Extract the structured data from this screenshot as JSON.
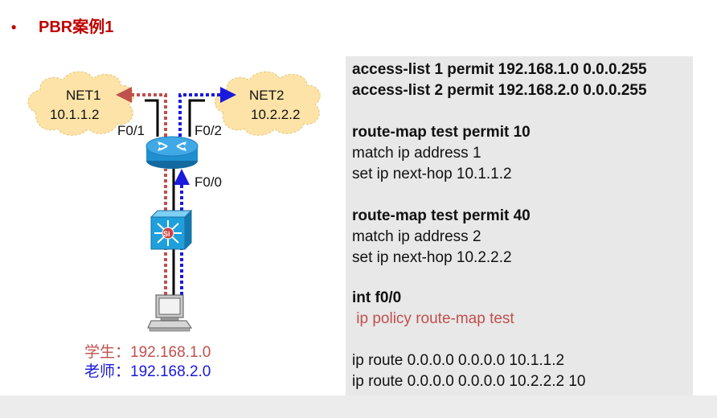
{
  "slide": {
    "bullet": "•",
    "title": "PBR案例1"
  },
  "diagram": {
    "net1": {
      "name": "NET1",
      "address": "10.1.1.2"
    },
    "net2": {
      "name": "NET2",
      "address": "10.2.2.2"
    },
    "interfaces": {
      "f01": "F0/1",
      "f02": "F0/2",
      "f00": "F0/0"
    },
    "switch_label": "Si",
    "colors": {
      "student": "#c0504d",
      "teacher": "#1a1adc",
      "cloud": "#fde3a7",
      "router": "#1f8fd0",
      "switch": "#1fa0dc"
    }
  },
  "legend": {
    "student": "学生：192.168.1.0",
    "teacher": "老师：192.168.2.0"
  },
  "config": {
    "acl1": "access-list 1 permit 192.168.1.0 0.0.0.255",
    "acl2": "access-list 2 permit 192.168.2.0 0.0.0.255",
    "rm10_header": "route-map test permit 10",
    "rm10_match": "match ip address 1",
    "rm10_set": "set ip next-hop 10.1.1.2",
    "rm40_header": "route-map test permit 40",
    "rm40_match": "match ip address 2",
    "rm40_set": "set ip next-hop 10.2.2.2",
    "int_header": "int f0/0",
    "int_policy": " ip policy route-map test",
    "route1": "ip route 0.0.0.0 0.0.0.0 10.1.1.2",
    "route2": "ip route 0.0.0.0 0.0.0.0 10.2.2.2 10"
  }
}
